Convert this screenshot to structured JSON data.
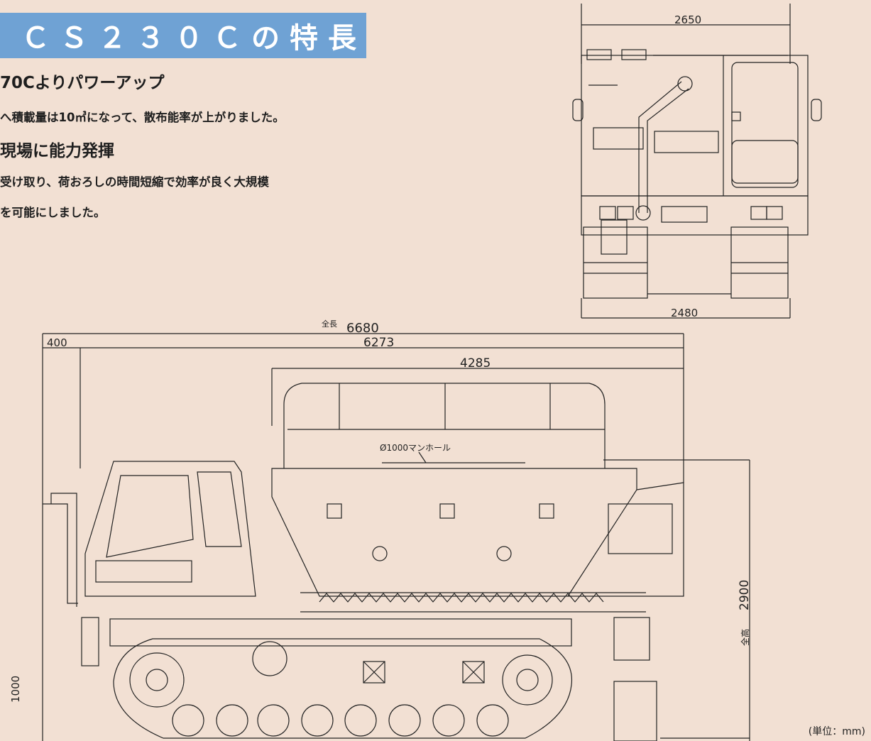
{
  "title": "ＣＳ２３０Ｃの特長",
  "features": [
    {
      "heading": "70Cよりパワーアップ",
      "lines": [
        "へ積載量は10㎥になって、散布能率が上がりました。"
      ]
    },
    {
      "heading": "現場に能力発揮",
      "lines": [
        "受け取り、荷おろしの時間短縮で効率が良く大規模",
        "を可能にしました。"
      ]
    }
  ],
  "front_view": {
    "top_width": "2650",
    "bottom_width": "2480"
  },
  "side_view": {
    "overall_length_label": "全長",
    "overall_length": "6680",
    "offset": "400",
    "length_2": "6273",
    "tank_length": "4285",
    "manhole_label": "Ø1000マンホール",
    "height_label": "全高",
    "height": "2900",
    "left_height": "1000"
  },
  "unit_note": "(単位：mm)"
}
